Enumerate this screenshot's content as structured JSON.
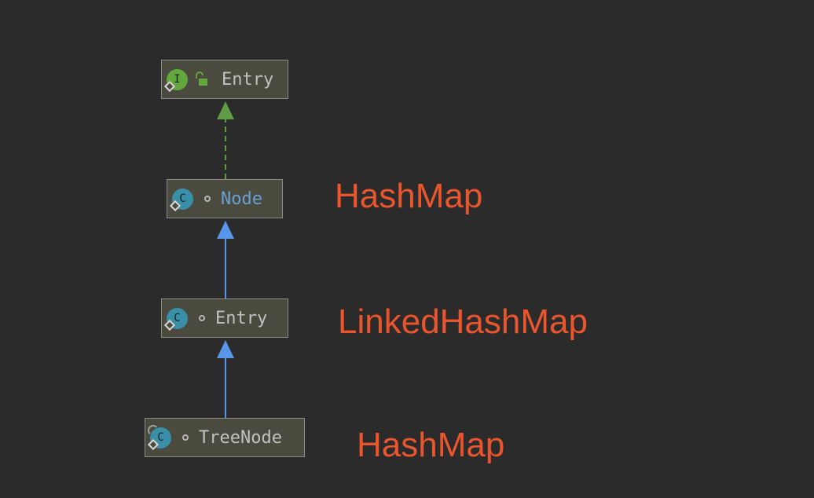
{
  "diagram": {
    "nodes": [
      {
        "id": "entry-interface",
        "kind": "interface",
        "badge": "I",
        "icon": "unlocked-padlock-icon",
        "label": "Entry"
      },
      {
        "id": "node",
        "kind": "class",
        "badge": "C",
        "icon": "package-private-icon",
        "label": "Node"
      },
      {
        "id": "entry-class",
        "kind": "class",
        "badge": "C",
        "icon": "package-private-icon",
        "label": "Entry"
      },
      {
        "id": "treenode",
        "kind": "class",
        "badge": "C",
        "icon": "package-private-icon",
        "label": "TreeNode"
      }
    ],
    "edges": [
      {
        "from": "node",
        "to": "entry-interface",
        "type": "implements",
        "style": "dashed",
        "color": "#5f9a44"
      },
      {
        "from": "entry-class",
        "to": "node",
        "type": "extends",
        "style": "solid",
        "color": "#5896ec"
      },
      {
        "from": "treenode",
        "to": "entry-class",
        "type": "extends",
        "style": "solid",
        "color": "#5896ec"
      }
    ]
  },
  "annotations": [
    "HashMap",
    "LinkedHashMap",
    "HashMap"
  ],
  "colors": {
    "background": "#2b2b2b",
    "node_fill": "#4b4a3f",
    "node_border": "#8a8a8a",
    "interface_badge": "#62a83c",
    "class_badge": "#3a8fa8",
    "annotation": "#e9552d",
    "selected_label": "#68a0d2"
  }
}
